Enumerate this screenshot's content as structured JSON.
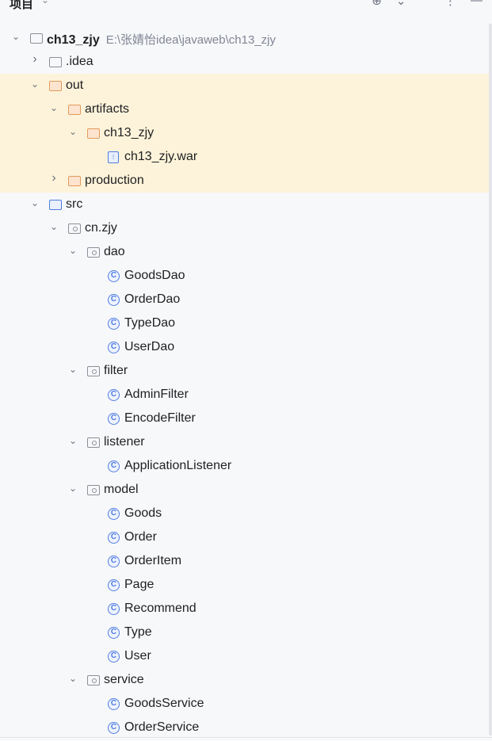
{
  "header": {
    "title": "项目",
    "icons": [
      "locate-icon",
      "expand-all-icon",
      "collapse-all-icon",
      "more-icon"
    ]
  },
  "tree": [
    {
      "label": "ch13_zjy",
      "hint": "E:\\张婧怡idea\\javaweb\\ch13_zjy",
      "level": 0,
      "type": "module",
      "chevron": "down",
      "bold": true
    },
    {
      "label": ".idea",
      "level": 1,
      "type": "folder",
      "chevron": "right"
    },
    {
      "label": "out",
      "level": 1,
      "type": "folder-orange",
      "chevron": "down",
      "highlight": true
    },
    {
      "label": "artifacts",
      "level": 2,
      "type": "folder-orange",
      "chevron": "down",
      "highlight": true
    },
    {
      "label": "ch13_zjy",
      "level": 3,
      "type": "folder-orange",
      "chevron": "down",
      "highlight": true
    },
    {
      "label": "ch13_zjy.war",
      "level": 4,
      "type": "war",
      "highlight": true
    },
    {
      "label": "production",
      "level": 2,
      "type": "folder-orange",
      "chevron": "right",
      "highlight": true
    },
    {
      "label": "src",
      "level": 1,
      "type": "folder-blue",
      "chevron": "down"
    },
    {
      "label": "cn.zjy",
      "level": 2,
      "type": "package",
      "chevron": "down"
    },
    {
      "label": "dao",
      "level": 3,
      "type": "package",
      "chevron": "down"
    },
    {
      "label": "GoodsDao",
      "level": 4,
      "type": "class"
    },
    {
      "label": "OrderDao",
      "level": 4,
      "type": "class"
    },
    {
      "label": "TypeDao",
      "level": 4,
      "type": "class"
    },
    {
      "label": "UserDao",
      "level": 4,
      "type": "class"
    },
    {
      "label": "filter",
      "level": 3,
      "type": "package",
      "chevron": "down"
    },
    {
      "label": "AdminFilter",
      "level": 4,
      "type": "class"
    },
    {
      "label": "EncodeFilter",
      "level": 4,
      "type": "class"
    },
    {
      "label": "listener",
      "level": 3,
      "type": "package",
      "chevron": "down"
    },
    {
      "label": "ApplicationListener",
      "level": 4,
      "type": "class"
    },
    {
      "label": "model",
      "level": 3,
      "type": "package",
      "chevron": "down"
    },
    {
      "label": "Goods",
      "level": 4,
      "type": "class"
    },
    {
      "label": "Order",
      "level": 4,
      "type": "class"
    },
    {
      "label": "OrderItem",
      "level": 4,
      "type": "class"
    },
    {
      "label": "Page",
      "level": 4,
      "type": "class"
    },
    {
      "label": "Recommend",
      "level": 4,
      "type": "class"
    },
    {
      "label": "Type",
      "level": 4,
      "type": "class"
    },
    {
      "label": "User",
      "level": 4,
      "type": "class"
    },
    {
      "label": "service",
      "level": 3,
      "type": "package",
      "chevron": "down"
    },
    {
      "label": "GoodsService",
      "level": 4,
      "type": "class"
    },
    {
      "label": "OrderService",
      "level": 4,
      "type": "class"
    }
  ]
}
